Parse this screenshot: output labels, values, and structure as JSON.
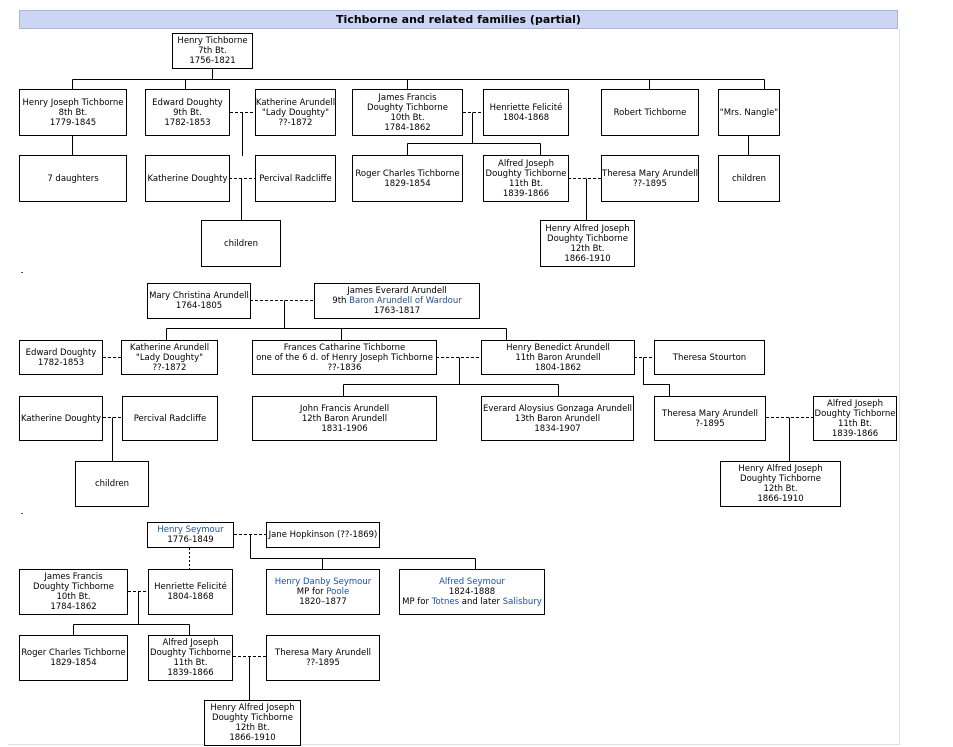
{
  "title": "Tichborne and related families (partial)",
  "boxes": {
    "ht7": [
      "Henry Tichborne",
      "7th Bt.",
      "1756-1821"
    ],
    "hjt": [
      "Henry Joseph Tichborne",
      "8th Bt.",
      "1779-1845"
    ],
    "ed1": [
      "Edward Doughty",
      "9th Bt.",
      "1782-1853"
    ],
    "ka1": [
      "Katherine Arundell",
      "\"Lady Doughty\"",
      "??-1872"
    ],
    "jfd1": [
      "James Francis",
      "Doughty Tichborne",
      "10th Bt.",
      "1784-1862"
    ],
    "hf1": [
      "Henriette Felicité",
      "1804-1868"
    ],
    "rt": [
      "Robert Tichborne"
    ],
    "mn": [
      "\"Mrs. Nangle\""
    ],
    "d7": [
      "7 daughters"
    ],
    "kd1": [
      "Katherine Doughty"
    ],
    "pr1": [
      "Percival Radcliffe"
    ],
    "rct1": [
      "Roger Charles Tichborne",
      "1829-1854"
    ],
    "ajd1": [
      "Alfred Joseph",
      "Doughty Tichborne",
      "11th Bt.",
      "1839-1866"
    ],
    "tma1": [
      "Theresa Mary Arundell",
      "??-1895"
    ],
    "ch1": [
      "children"
    ],
    "ch2": [
      "children"
    ],
    "had1": [
      "Henry Alfred Joseph",
      "Doughty Tichborne",
      "12th Bt.",
      "1866-1910"
    ],
    "mca": [
      "Mary Christina Arundell",
      "1764-1805"
    ],
    "jea_name": "James Everard Arundell",
    "jea_pre": "9th ",
    "jea_link": "Baron Arundell of Wardour",
    "jea_years": "1763-1817",
    "ed2": [
      "Edward Doughty",
      "1782-1853"
    ],
    "ka2": [
      "Katherine Arundell",
      "\"Lady Doughty\"",
      "??-1872"
    ],
    "fct": [
      "Frances Catharine Tichborne",
      "one of the 6 d. of Henry Joseph Tichborne",
      "??-1836"
    ],
    "hba": [
      "Henry Benedict Arundell",
      "11th Baron Arundell",
      "1804-1862"
    ],
    "ts": [
      "Theresa Stourton"
    ],
    "kd2": [
      "Katherine Doughty"
    ],
    "pr2": [
      "Percival Radcliffe"
    ],
    "jfa": [
      "John Francis Arundell",
      "12th Baron Arundell",
      "1831-1906"
    ],
    "eaga": [
      "Everard Aloysius Gonzaga Arundell",
      "13th Baron Arundell",
      "1834-1907"
    ],
    "tma2": [
      "Theresa Mary Arundell",
      "?-1895"
    ],
    "ajd2": [
      "Alfred Joseph",
      "Doughty Tichborne",
      "11th Bt.",
      "1839-1866"
    ],
    "ch3": [
      "children"
    ],
    "had2": [
      "Henry Alfred Joseph",
      "Doughty Tichborne",
      "12th Bt.",
      "1866-1910"
    ],
    "hs_link": "Henry Seymour",
    "hs_years": "1776-1849",
    "jh": [
      "Jane Hopkinson (??-1869)"
    ],
    "jfd2": [
      "James Francis",
      "Doughty Tichborne",
      "10th Bt.",
      "1784-1862"
    ],
    "hf2": [
      "Henriette Felicité",
      "1804-1868"
    ],
    "hds_link": "Henry Danby Seymour",
    "hds_mp_pre": "MP for ",
    "hds_mp_link": "Poole",
    "hds_years": "1820–1877",
    "as_link": "Alfred Seymour",
    "as_years": "1824-1888",
    "as_mp_pre": "MP for ",
    "as_mp_link1": "Totnes",
    "as_mp_mid": " and later ",
    "as_mp_link2": "Salisbury",
    "rct2": [
      "Roger Charles Tichborne",
      "1829-1854"
    ],
    "ajd3": [
      "Alfred Joseph",
      "Doughty Tichborne",
      "11th Bt.",
      "1839-1866"
    ],
    "tma3": [
      "Theresa Mary Arundell",
      "??-1895"
    ],
    "had3": [
      "Henry Alfred Joseph",
      "Doughty Tichborne",
      "12th Bt.",
      "1866-1910"
    ]
  }
}
